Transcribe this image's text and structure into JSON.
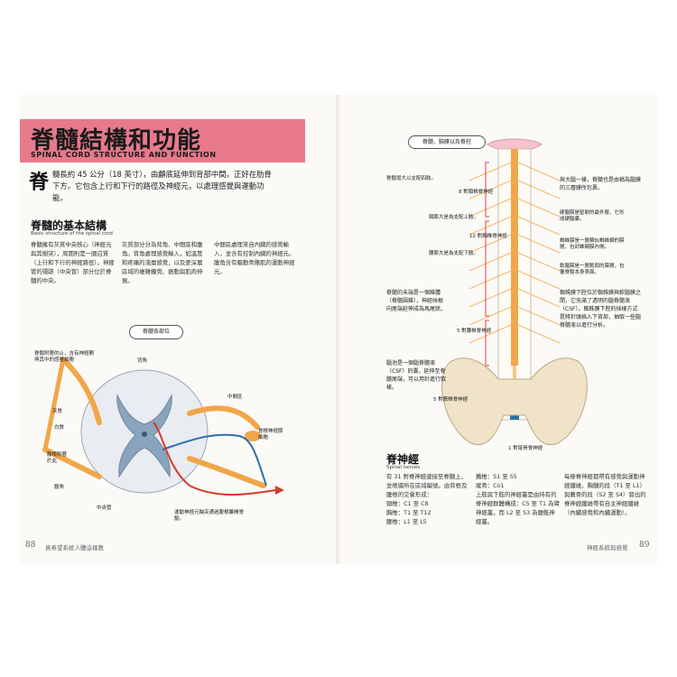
{
  "left_page": {
    "title": "脊髓結構和功能",
    "subtitle": "SPINAL CORD STRUCTURE AND FUNCTION",
    "dropcap": "脊",
    "intro": "髓長約 45 公分（18 英寸），由顱底延伸到背部中間，正好在肋骨下方。它包含上行和下行的路徑及神經元，以處理感覺與運動功能。",
    "section_title": "脊髓的基本結構",
    "section_subtitle": "Basic structure of the spinal cord",
    "col1": "脊髓擁有灰質中央核心（神經元與其樹突），周圍則是一圈白質（上行和下行的神經路徑）。神經管的殘跡（中央管）部分位於脊髓的中央。",
    "col2": "灰質部分分為背角、中間區和腹角。背角處理感覺輸入，如溫度和疼痛的淺層感覺，以及更深層區域的複雜觸覺、振動與肌肉伸展。",
    "col3": "中間區處理來自內臟的感覺輸入，並含有控制內臟的神經元。腹角含有驅動骨骼肌的運動神經元。",
    "diagram_pill": "脊髓各部位",
    "labels": {
      "meninges": "脊髓附著的止，含有神經鞘與其中的感覺細胞",
      "dorsal_horn": "背角",
      "intermediate": "中間區",
      "gray": "灰質",
      "white": "白質",
      "ganglion": "脊根神經節細胞",
      "dorsal_root": "腹根附著於此",
      "ventral_horn": "腹角",
      "central_canal": "中央管",
      "motor_note": "運動神經元軸突通過腹根離開脊髓。"
    },
    "footer_num": "88",
    "footer_txt": "真希望系統人體這樣教"
  },
  "right_page": {
    "pill": "脊髓、脑膜以及脊柱",
    "labels": {
      "l1": "脊髓增大以支配四肢。",
      "l2": "8 對頸椎脊神經",
      "l3": "頸膨大是為支配上肢。",
      "l4": "12 對胸椎脊神經",
      "l5": "腰膨大是為支配下肢。",
      "l6": "脊髓的末端是一個錐體（脊髓圓錐），神經絲根向尾端延伸成為馬尾狀。",
      "l7": "5 對腰椎脊神經",
      "l8": "腦池是一個腦脊髓液（CSF）的囊，延伸至脊髓尾端，可以用針進行取樣。",
      "l9": "5 對薦椎脊神經",
      "l10": "1 對尾骨脊神經",
      "r1": "與大腦一樣，脊髓也是由稱為腦膜的三層膜所包裹。",
      "r2": "硬腦膜是堅韌的最外層，它形成硬腦囊。",
      "r3": "蜘蛛膜是一層類似蜘蛛網的膜層，包封蛛網膜內側。",
      "r4": "軟腦膜是一層脆弱的膜層，包覆脊髓本身表面。",
      "r5": "蜘蛛膜下腔位於蜘蛛膜與軟腦膜之間，它充滿了透明的腦脊髓液（CSF）。蜘蛛膜下腔的採樣方式是將針頭插入下背部，抽取一些腦脊髓液以進行分析。"
    },
    "section_title": "脊神經",
    "section_subtitle": "Spinal nerves",
    "col1": "有 31 對脊神經連接至脊髓上，並根據所在區域編號。由背根及腹根的交會形成：",
    "col1_list": [
      "頸椎：C1 至 C8",
      "胸椎：T1 至 T12",
      "腰椎：L1 至 L5"
    ],
    "col2_list": [
      "薦椎：S1 至 S5",
      "尾骨：Co1"
    ],
    "col2": "上肢與下肢的神經叢是由持有的脊神經群體構成：C5 至 T1 為臂神經叢，而 L2 至 S3 為腰骶神經叢。",
    "col3": "每條脊神經都帶有感覺與運動神經纖維。胸髓的段（T1 至 L1）與薦骨的段（S2 至 S4）發出的脊神經纖維帶有自主神經纖維（內臟感覺和內臟運動）。",
    "footer_txt": "神經系統與感覺",
    "footer_num": "89"
  },
  "colors": {
    "title_band": "#e8798c",
    "spinal_orange": "#f2a64a",
    "bone": "#f1e3c8",
    "white_matter": "#e9ecf0",
    "gray_matter": "#8aa4bd",
    "red_nerve": "#d23a2a",
    "blue_nerve": "#2a6fb0",
    "bracket": "#d84b3a"
  }
}
